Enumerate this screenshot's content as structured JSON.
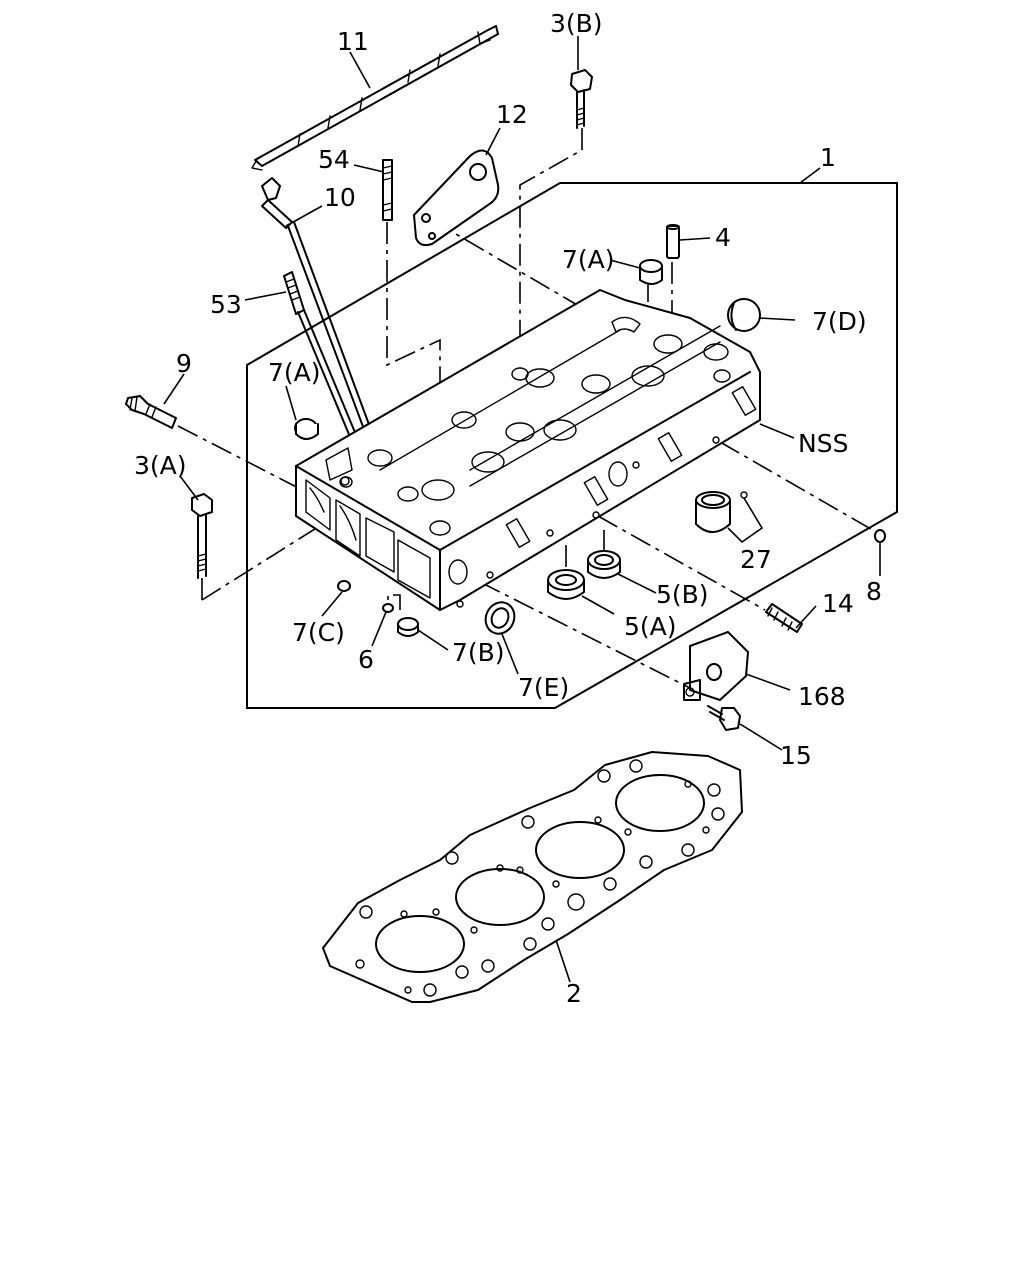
{
  "callouts": {
    "p1": "1",
    "p2": "2",
    "p3a": "3(A)",
    "p3b": "3(B)",
    "p4": "4",
    "p5a": "5(A)",
    "p5b": "5(B)",
    "p6": "6",
    "p7a_top": "7(A)",
    "p7a_left": "7(A)",
    "p7b": "7(B)",
    "p7c": "7(C)",
    "p7d": "7(D)",
    "p7e": "7(E)",
    "p8": "8",
    "p9": "9",
    "p10": "10",
    "p11": "11",
    "p12": "12",
    "p14": "14",
    "p15": "15",
    "p27": "27",
    "p53": "53",
    "p54": "54",
    "p168": "168",
    "nss": "NSS"
  },
  "colors": {
    "line": "#000000",
    "background": "#ffffff"
  }
}
